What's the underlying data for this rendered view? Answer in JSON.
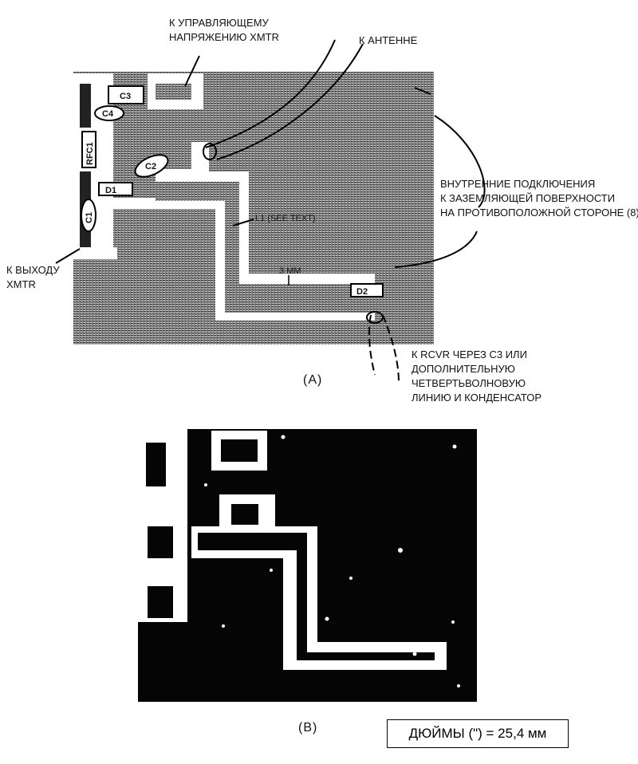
{
  "figure_a": {
    "caption": "(A)",
    "labels": {
      "control_voltage": [
        "К УПРАВЛЯЮЩЕМУ",
        "НАПРЯЖЕНИЮ XMTR"
      ],
      "antenna": "К АНТЕННЕ",
      "ground": [
        "ВНУТРЕННИЕ ПОДКЛЮЧЕНИЯ",
        "К ЗАЗЕМЛЯЮЩЕЙ ПОВЕРХНОСТИ",
        "НА ПРОТИВОПОЛОЖНОЙ СТОРОНЕ (8)"
      ],
      "xmtr_output": [
        "К ВЫХОДУ",
        "XMTR"
      ],
      "rcvr": [
        "К RCVR ЧЕРЕЗ С3 ИЛИ",
        "ДОПОЛНИТЕЛЬНУЮ",
        "ЧЕТВЕРТЬВОЛНОВУЮ",
        "ЛИНИЮ И КОНДЕНСАТОР"
      ]
    },
    "components": {
      "c3": "C3",
      "c4": "C4",
      "rfc1": "RFC1",
      "c2": "C2",
      "d1": "D1",
      "c1": "C1",
      "d2": "D2",
      "l1": "L1 (SEE TEXT)",
      "gap": "3 MM"
    }
  },
  "figure_b": {
    "caption": "(B)"
  },
  "units_note": "ДЮЙМЫ (\") = 25,4 мм"
}
